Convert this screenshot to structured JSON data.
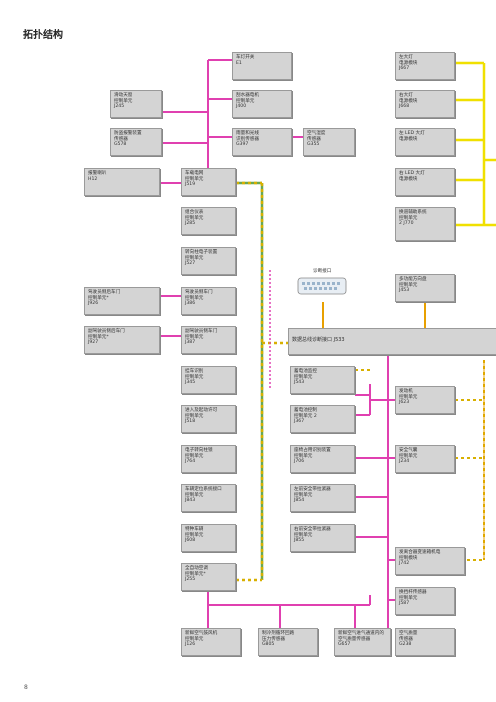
{
  "title": "拓扑结构",
  "page_number": "8",
  "diag_interface_label": "诊断接口",
  "gateway": "数据总线诊断接口 J533",
  "boxes": {
    "e1": "车灯开关\nE1",
    "j400": "刮水器电机\n控制单元\nJ400",
    "g397": "雨量和光线\n识别传感器\nG397",
    "g355": "空气湿度\n传感器\nG355",
    "j245": "滑动天窗\n控制单元\nJ245",
    "g578": "防盗报警装置\n传感器\nG578",
    "h12": "报警喇叭\nH12",
    "j519": "车载电网\n控制单元\nJ519",
    "j285": "组合仪表\n控制单元\nJ285",
    "j527": "转向柱电子装置\n控制单元\nJ527",
    "j926": "驾驶员侧后车门\n控制单元*\nJ926",
    "j386": "驾驶员侧车门\n控制单元\nJ386",
    "j927": "副驾驶员侧后车门\n控制单元*\nJ927",
    "j387": "副驾驶员侧车门\n控制单元\nJ387",
    "j345": "挂车识别\n控制单元\nJ345",
    "j518": "进入及起动许可\n控制单元\nJ518",
    "j764": "电子转向柱锁\n控制单元\nJ764",
    "j843": "车辆定位系统接口\n控制单元\nJ843",
    "j608": "特种车辆\n控制单元\nJ608",
    "j255": "全自动空调\n控制单元*\nJ255",
    "j126": "新鲜空气鼓风机\n控制单元\nJ126",
    "g805": "制冷剂循环回路\n压力传感器\nG805",
    "g657": "新鲜空气进气通道内的\n空气质量传感器\nG657",
    "g238": "空气质量\n传感器\nG238",
    "j543": "蓄电池监控\n控制单元\nJ543",
    "j367": "蓄电池控制\n控制单元 2\nJ367",
    "j706": "座椅占用识别装置\n控制单元\nJ706",
    "j854": "左前安全带拉紧器\n控制单元\nJ854",
    "j855": "右前安全带拉紧器\n控制单元\nJ855",
    "j667": "左大灯\n电源模块\nJ667",
    "j668": "右大灯\n电源模块\nJ668",
    "left_led": "左 LED 大灯\n电源模块",
    "right_led": "右 LED 大灯\n电源模块",
    "j770": "换道辅助系统\n控制单元\n2 J770",
    "j453": "多功能方向盘\n控制单元\nJ453",
    "j623": "发动机\n控制单元\nJ623",
    "j234": "安全气囊\n控制单元\nJ234",
    "j742": "发离合器变速箱机电\n控制模块\nJ742",
    "j587": "换挡杆传感器\n控制单元\nJ587"
  },
  "colors": {
    "lin": "#e040b0",
    "can_dashed": "#d8b000",
    "can_stripe": "#6aa84f",
    "yellow": "#f0e000",
    "orange": "#e8a000",
    "box_bg": "#d4d4d4"
  }
}
